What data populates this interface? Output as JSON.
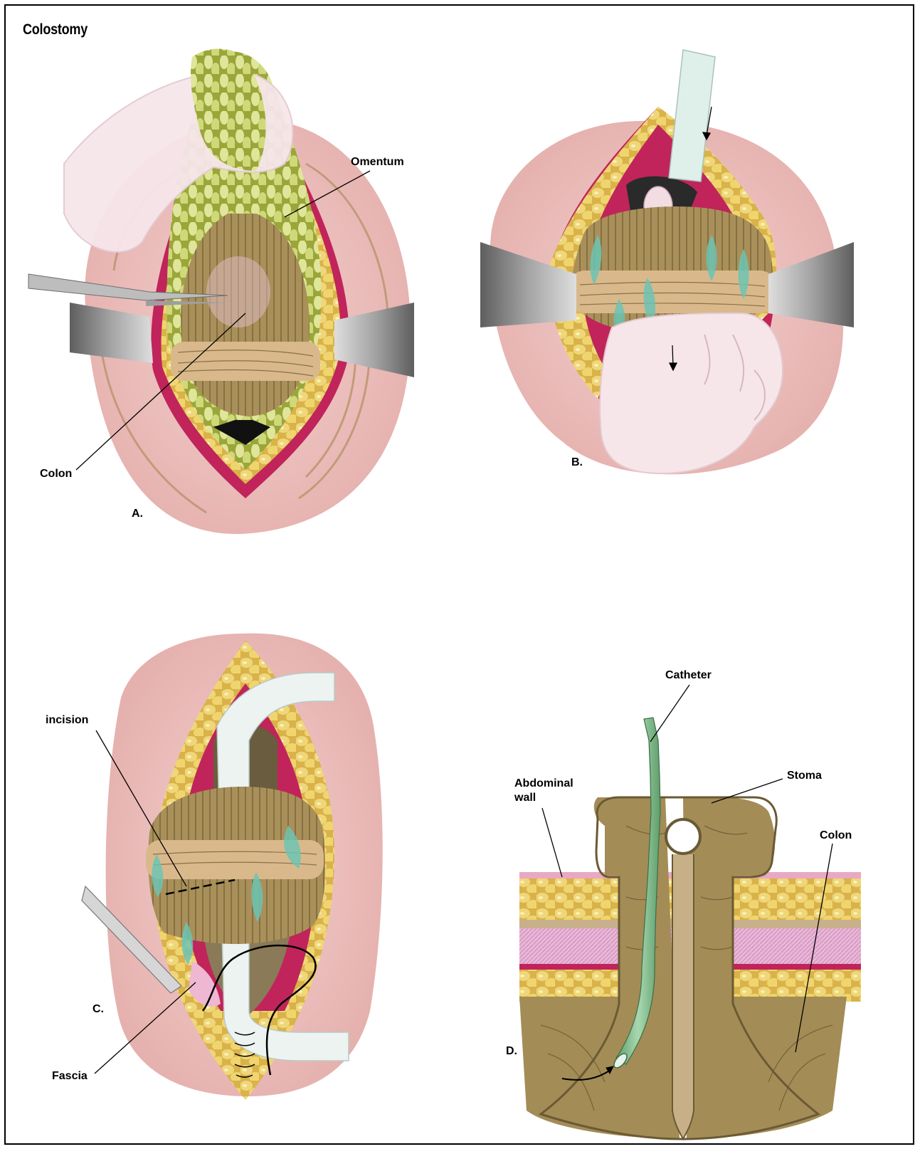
{
  "title": "Colostomy",
  "panels": [
    {
      "letter": "A.",
      "labels": {
        "omentum": "Omentum",
        "colon": "Colon"
      }
    },
    {
      "letter": "B."
    },
    {
      "letter": "C.",
      "labels": {
        "incision": "incision",
        "fascia": "Fascia"
      }
    },
    {
      "letter": "D.",
      "labels": {
        "catheter": "Catheter",
        "stoma": "Stoma",
        "abdominal_wall_line1": "Abdominal",
        "abdominal_wall_line2": "wall",
        "colon": "Colon"
      }
    }
  ],
  "colors": {
    "skin": "#eec3c0",
    "skin_dark": "#d89c9a",
    "fat": "#e8c85a",
    "muscle": "#c0245a",
    "bowel": "#a8905e",
    "bowel_band": "#d9b98c",
    "omentum": "#c8d46a",
    "glove": "#f6e6ea",
    "retractor": "#8c8c8c",
    "catheter": "#8fc79a",
    "teal_highlight": "#6cc4b4"
  }
}
